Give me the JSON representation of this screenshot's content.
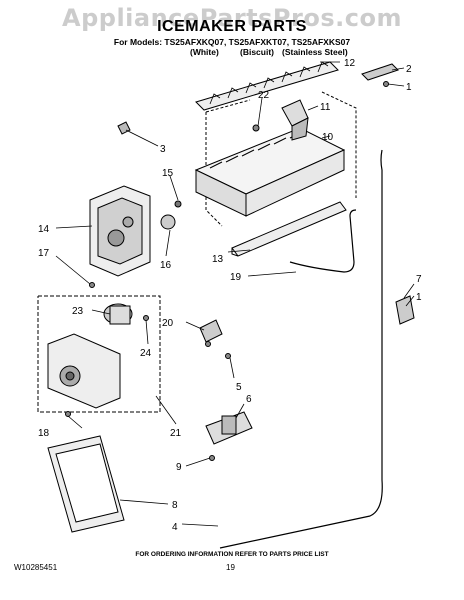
{
  "watermark": "AppliancePartsPros.com",
  "title": "ICEMAKER PARTS",
  "models": "For Models: TS25AFXKQ07, TS25AFXKT07, TS25AFXKS07",
  "variants": [
    "(White)",
    "(Biscuit)",
    "(Stainless Steel)"
  ],
  "callouts": [
    "12",
    "2",
    "1",
    "22",
    "11",
    "10",
    "3",
    "15",
    "14",
    "17",
    "16",
    "13",
    "19",
    "7",
    "1",
    "20",
    "23",
    "24",
    "5",
    "6",
    "18",
    "21",
    "9",
    "8",
    "4"
  ],
  "footer_note": "FOR ORDERING INFORMATION REFER TO PARTS PRICE LIST",
  "doc_number": "W10285451",
  "page_number": "19"
}
